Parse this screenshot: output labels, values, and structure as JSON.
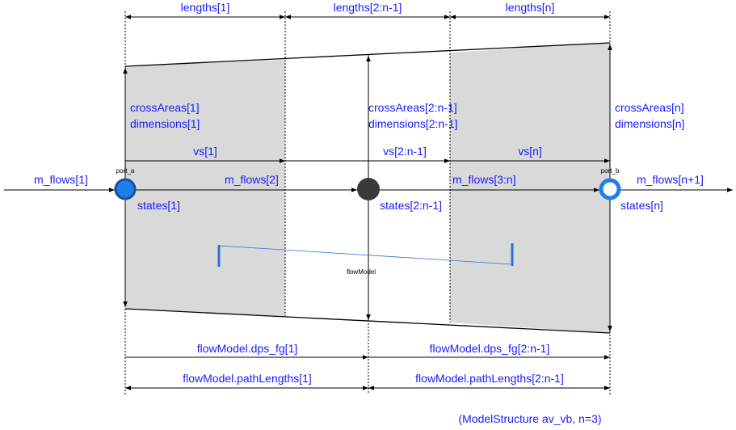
{
  "colors": {
    "label_blue": "#1a1aff",
    "shade_gray": "#d9d9d9",
    "port_blue": "#1e7fe8",
    "port_outline": "#1a4fa0",
    "node_dark": "#3a3a3a",
    "flow_blue": "#2f6fd6"
  },
  "dims_top": {
    "first": "lengths[1]",
    "middle": "lengths[2:n-1]",
    "last": "lengths[n]"
  },
  "segments": {
    "first": {
      "cross": "crossAreas[1]",
      "dim": "dimensions[1]",
      "vs": "vs[1]"
    },
    "middle": {
      "cross": "crossAreas[2:n-1]",
      "dim": "dimensions[2:n-1]",
      "vs": "vs[2:n-1]"
    },
    "last": {
      "cross": "crossAreas[n]",
      "dim": "dimensions[n]",
      "vs": "vs[n]"
    }
  },
  "flows": {
    "in": "m_flows[1]",
    "f2": "m_flows[2]",
    "f3": "m_flows[3:n]",
    "out": "m_flows[n+1]"
  },
  "states": {
    "first": "states[1]",
    "middle": "states[2:n-1]",
    "last": "states[n]"
  },
  "ports": {
    "a": "port_a",
    "b": "port_b"
  },
  "flow_model": {
    "label": "flowModel"
  },
  "dims_bottom": {
    "dps1": "flowModel.dps_fg[1]",
    "dps2": "flowModel.dps_fg[2:n-1]",
    "path1": "flowModel.pathLengths[1]",
    "path2": "flowModel.pathLengths[2:n-1]"
  },
  "footer": "(ModelStructure av_vb, n=3)"
}
